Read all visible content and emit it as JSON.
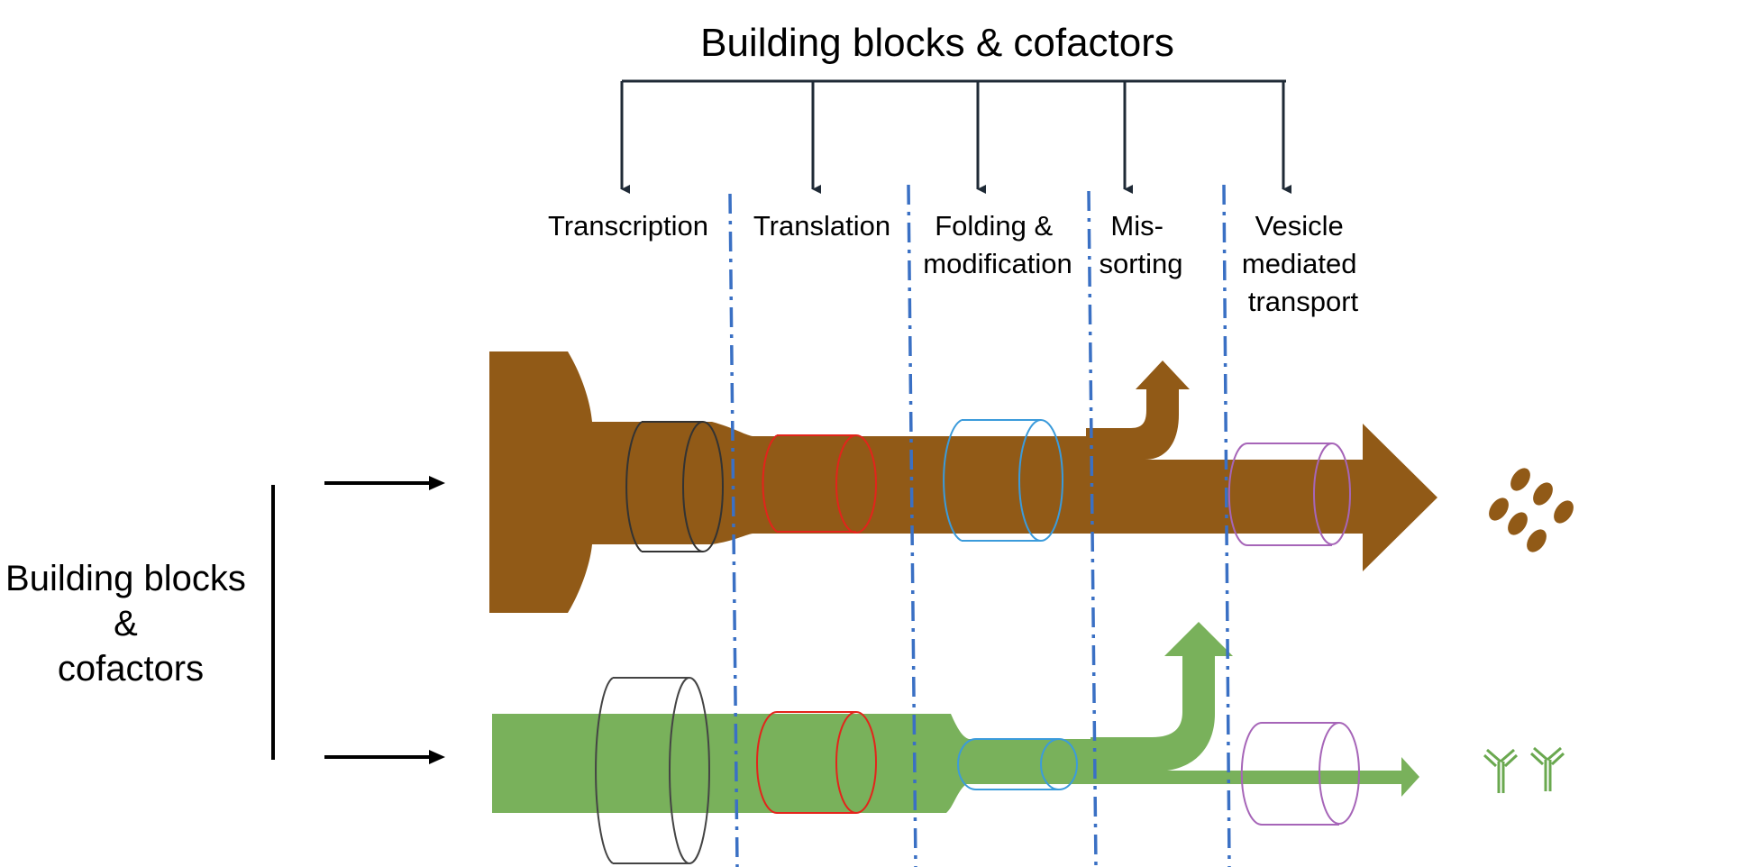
{
  "top_label": "Building blocks & cofactors",
  "side_label": {
    "line1": "Building blocks",
    "line2": "&",
    "line3": "cofactors"
  },
  "stages": [
    {
      "lines": [
        "Transcription"
      ]
    },
    {
      "lines": [
        "Translation"
      ]
    },
    {
      "lines": [
        "Folding &",
        "modification"
      ]
    },
    {
      "lines": [
        "Mis-",
        "sorting"
      ]
    },
    {
      "lines": [
        "Vesicle",
        "mediated",
        "transport"
      ]
    }
  ],
  "colors": {
    "brown_flux": "#915a17",
    "green_flux": "#79b15b",
    "transcription_cylinder": "#333333",
    "translation_cylinder": "#e3241b",
    "folding_cylinder": "#3b9bdb",
    "vesicle_cylinder": "#a665b8",
    "divider": "#3a70c4",
    "arrow": "#1f2a36",
    "antibody": "#6aa84f"
  },
  "icons": {
    "product_brown": "particle-cluster-icon",
    "product_green": "antibody-icon"
  }
}
